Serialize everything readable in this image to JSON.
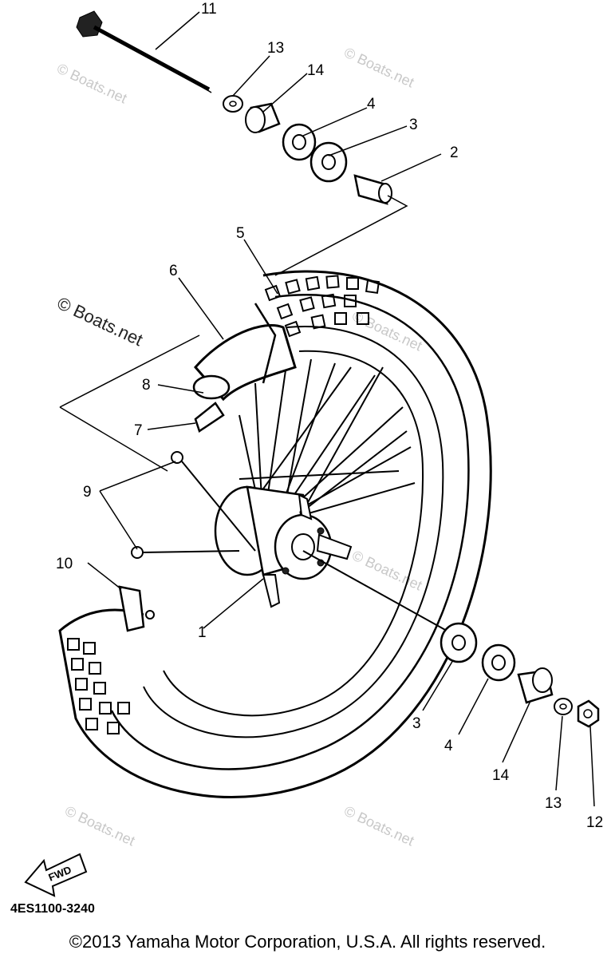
{
  "diagram": {
    "callouts": {
      "c1": "1",
      "c2": "2",
      "c3_top": "3",
      "c3_bottom": "3",
      "c4_top": "4",
      "c4_bottom": "4",
      "c5": "5",
      "c6": "6",
      "c7": "7",
      "c8": "8",
      "c9": "9",
      "c10": "10",
      "c11": "11",
      "c12": "12",
      "c13_top": "13",
      "c13_bottom": "13",
      "c14_top": "14",
      "c14_bottom": "14"
    },
    "fwd_label": "FWD",
    "watermark": "© Boats.net",
    "diagram_code": "4ES1100-3240",
    "copyright": "©2013 Yamaha Motor Corporation, U.S.A. All rights reserved."
  }
}
